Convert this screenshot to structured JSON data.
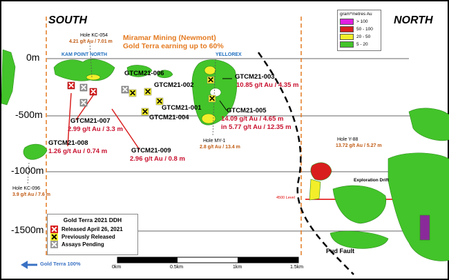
{
  "headings": {
    "south": "SOUTH",
    "north": "NORTH"
  },
  "title": {
    "line1": "Miramar Mining (Newmont)",
    "line2": "Gold Terra earning up to 60%"
  },
  "zones": {
    "kam_point_north": "KAM POINT NORTH",
    "yellorex": "YELLOREX"
  },
  "depths": [
    "0m",
    "-500m",
    "-1000m",
    "-1500m"
  ],
  "holes": {
    "kc054": {
      "name": "Hole KC-054",
      "value": "4.21 g/t Au / 7.01 m"
    },
    "kc096": {
      "name": "Hole KC-096",
      "value": "3.9 g/t Au / 7.6 m"
    },
    "my1": {
      "name": "Hole MY-1",
      "value": "2.8 g/t Au / 13.4 m"
    },
    "y88": {
      "name": "Hole Y-88",
      "value": "13.72 g/t Au / 5.27 m"
    }
  },
  "ddh_labels": {
    "g006": "GTCM21-006",
    "g002": "GTCM21-002",
    "g001": "GTCM21-001",
    "g004": "GTCM21-004",
    "g003": {
      "name": "GTCM21-003",
      "value": "10.85 g/t Au / 4.35 m"
    },
    "g005": {
      "name": "GTCM21-005",
      "value1": "14.09 g/t Au / 4.65 m",
      "value2": "in 5.77 g/t Au / 12.35 m"
    },
    "g007": {
      "name": "GTCM21-007",
      "value": "2.99 g/t Au / 3.3 m"
    },
    "g008": {
      "name": "GTCM21-008",
      "value": "1.26 g/t Au / 0.74 m"
    },
    "g009": {
      "name": "GTCM21-009",
      "value": "2.96 g/t Au / 0.8 m"
    }
  },
  "features": {
    "exploration_drift": "Exploration Drift",
    "level_4500": "4500 Level",
    "pud_fault": "Pud Fault",
    "gold_terra_100": "Gold Terra 100%"
  },
  "legend": {
    "title": "gram*metres Au",
    "items": [
      {
        "label": "> 100",
        "color": "#e020e0"
      },
      {
        "label": "50 - 100",
        "color": "#d91e1e"
      },
      {
        "label": "20 - 50",
        "color": "#f2ee2a"
      },
      {
        "label": "5 - 20",
        "color": "#43c42a"
      }
    ]
  },
  "ddh_legend": {
    "title": "Gold Terra 2021 DDH",
    "items": [
      {
        "label": "Released April 26, 2021",
        "color": "#d91e1e"
      },
      {
        "label": "Previously Released",
        "color": "#f2ee2a"
      },
      {
        "label": "Assays Pending",
        "color": "#9a9a9a"
      }
    ]
  },
  "scale": {
    "labels": [
      "0km",
      "0.5km",
      "1km",
      "1.5km"
    ]
  }
}
